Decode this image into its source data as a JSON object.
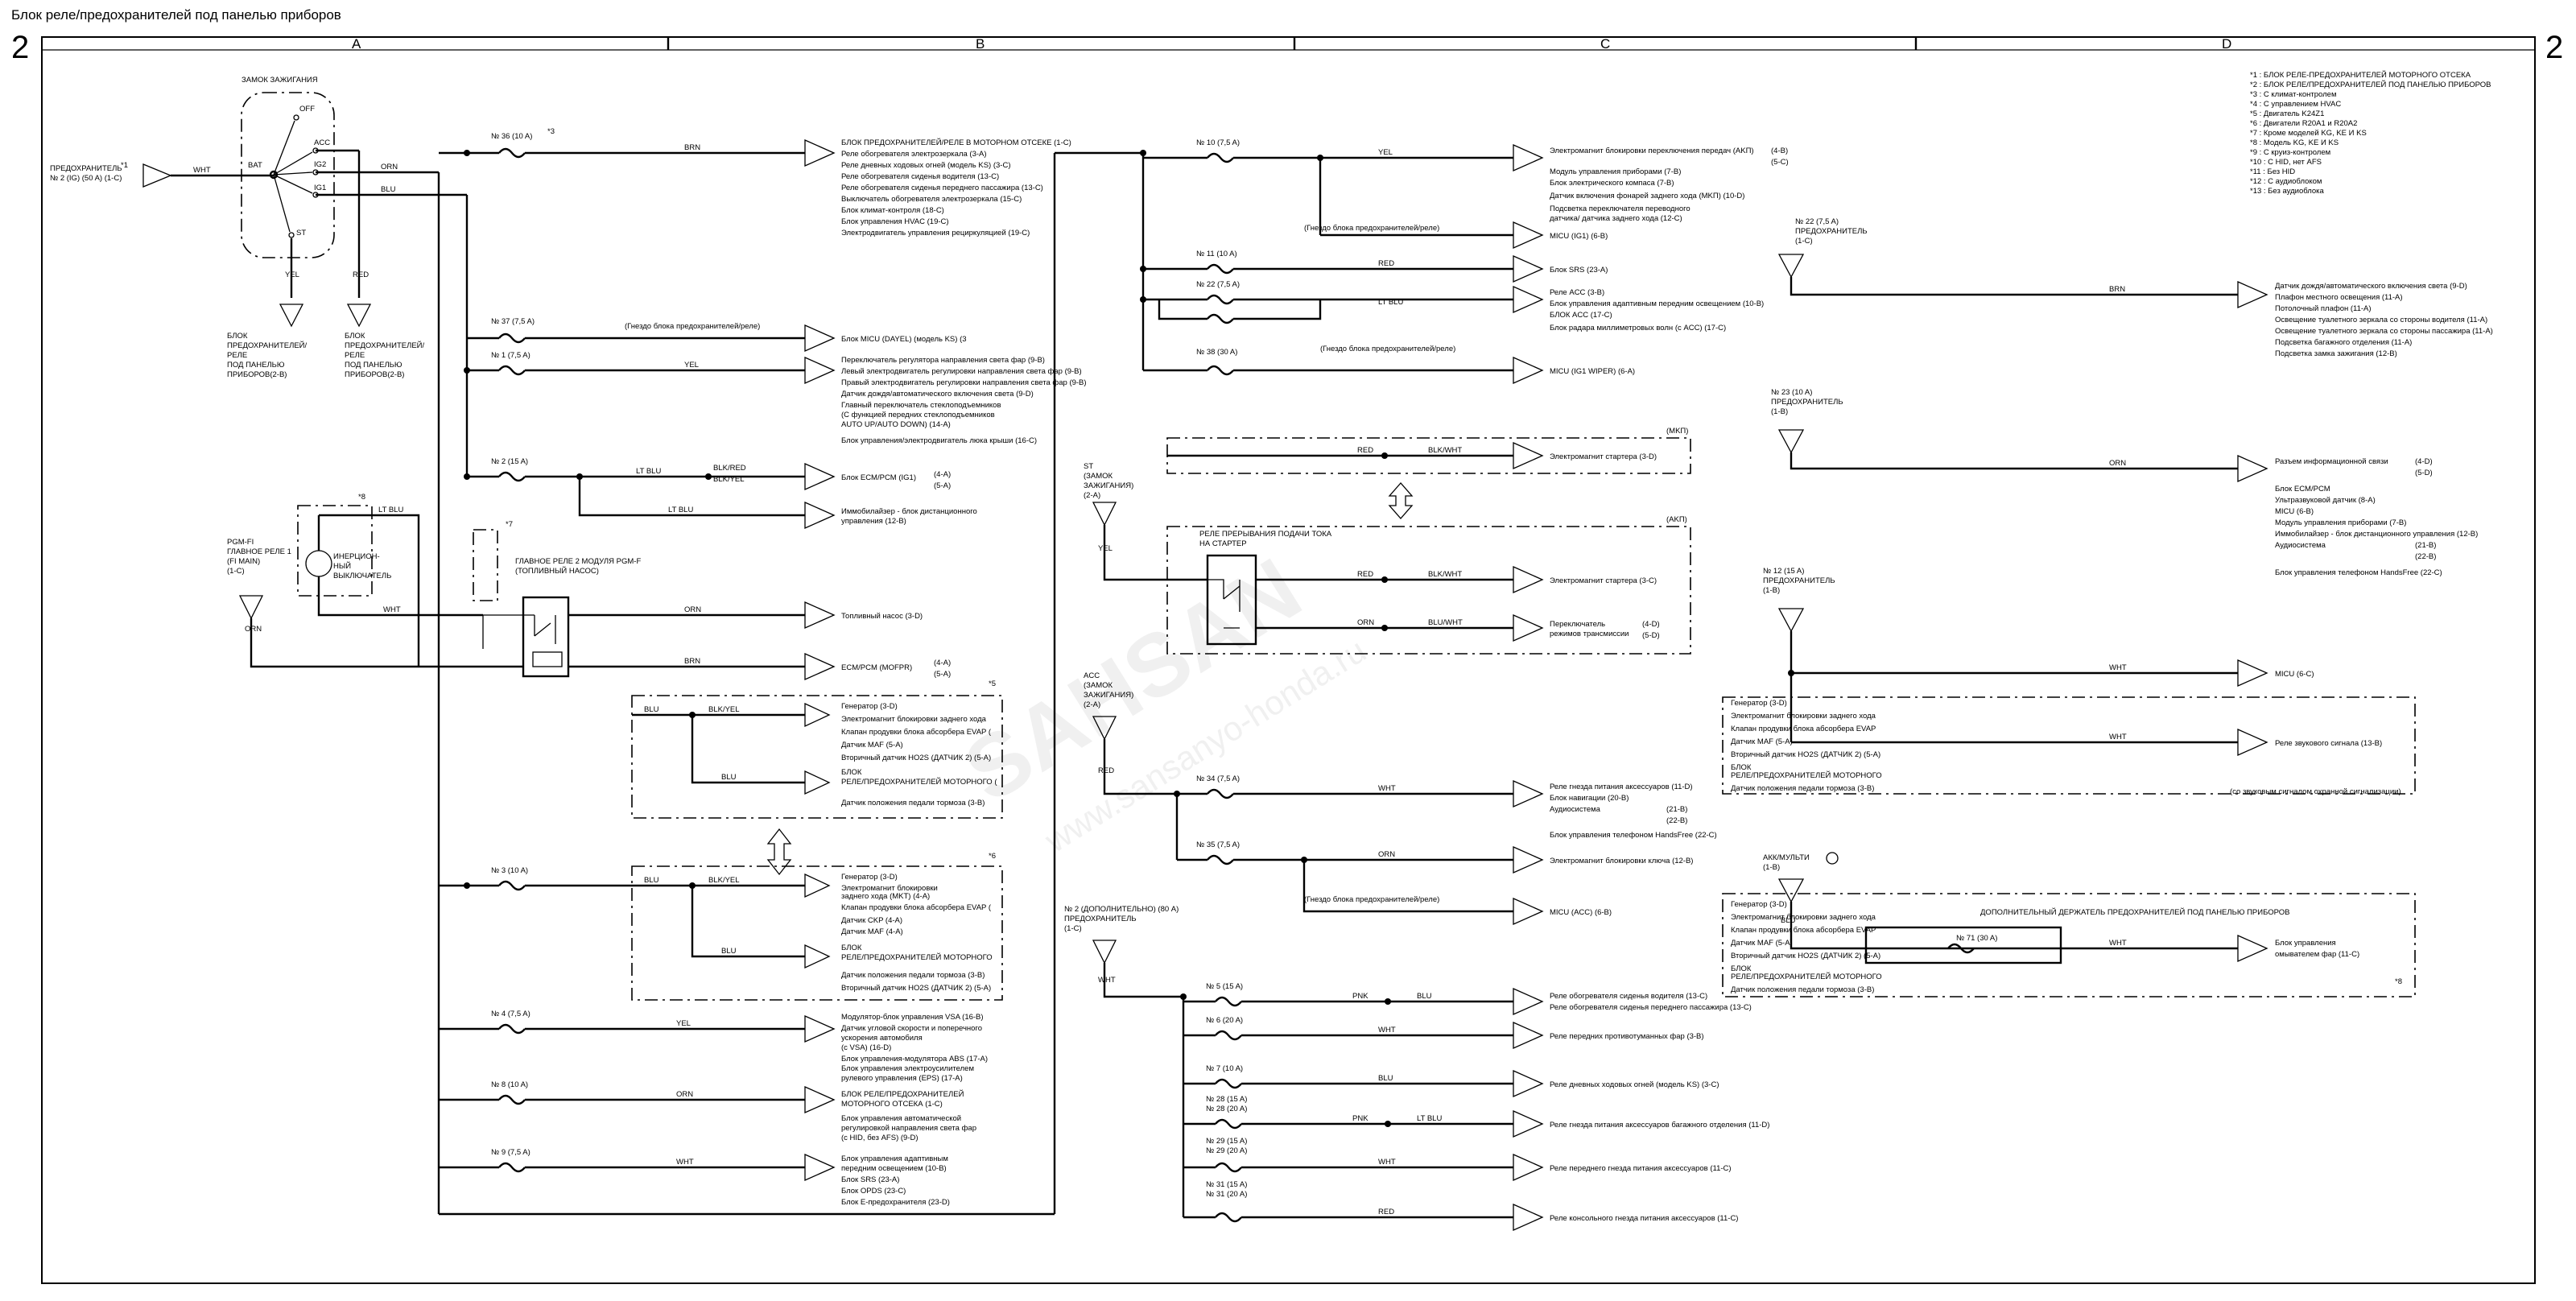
{
  "header": {
    "title": "Блок реле/предохранителей под панелью приборов",
    "page_left": "2",
    "page_right": "2",
    "columns": [
      "A",
      "B",
      "C",
      "D"
    ]
  },
  "legend": [
    "*1 : БЛОК РЕЛЕ-ПРЕДОХРАНИТЕЛЕЙ МОТОРНОГО ОТСЕКА",
    "*2 : БЛОК РЕЛЕ/ПРЕДОХРАНИТЕЛЕЙ ПОД ПАНЕЛЬЮ ПРИБОРОВ",
    "*3 : С климат-контролем",
    "*4 : С управлением HVAC",
    "*5 : Двигатель K24Z1",
    "*6 : Двигатели R20A1 и R20A2",
    "*7 : Кроме моделей KG, KE И KS",
    "*8 : Модель KG, KE И KS",
    "*9 : С круиз-контролем",
    "*10 : С HID, нет AFS",
    "*11 : Без HID",
    "*12 : С аудиоблоком",
    "*13 : Без аудиоблока"
  ],
  "ignition": {
    "title": "ЗАМОК ЗАЖИГАНИЯ",
    "positions": [
      "OFF",
      "ACC",
      "IG2",
      "IG1",
      "BAT",
      "ST"
    ],
    "source": [
      "ПРЕДОХРАНИТЕЛЬ",
      "№ 2 (IG) (50 A) (1-C)"
    ],
    "source_fuse_note": "*1",
    "source_wire": "WHT",
    "ig2_wire": "ORN",
    "ig1_wire": "BLU",
    "st_wire": "YEL",
    "acc_wire": "RED",
    "block1": [
      "БЛОК",
      "ПРЕДОХРАНИТЕЛЕЙ/",
      "РЕЛЕ",
      "ПОД ПАНЕЛЬЮ",
      "ПРИБОРОВ(2-B)"
    ],
    "block2": [
      "БЛОК",
      "ПРЕДОХРАНИТЕЛЕЙ/",
      "РЕЛЕ",
      "ПОД ПАНЕЛЬЮ",
      "ПРИБОРОВ(2-B)"
    ]
  },
  "col_b": {
    "fuse36": "№ 36 (10 A)",
    "fuse36_wire": "BRN",
    "fuse36_loads": [
      "БЛОК ПРЕДОХРАНИТЕЛЕЙ/РЕЛЕ В МОТОРНОМ ОТСЕКЕ (1-C)",
      "Реле обогревателя электрозеркала (3-A)",
      "Реле дневных ходовых огней (модель KS) (3-C)",
      "Реле обогревателя сиденья водителя (13-C)",
      "Реле обогревателя сиденья переднего пассажира (13-C)",
      "Выключатель обогревателя электрозеркала (15-C)",
      "Блок климат-контроля (18-C)",
      "Блок управления HVAC (19-C)",
      "Электродвигатель управления рециркуляцией (19-C)"
    ],
    "fuse37": "№ 37 (7,5 A)",
    "fuse37_note": "(Гнездо блока предохранителей/реле)",
    "fuse37_load": "Блок MICU (DAYEL) (модель KS) (3",
    "fuse1": "№ 1 (7,5 A)",
    "fuse1_wire": "YEL",
    "fuse1_loads": [
      "Переключатель регулятора направления света фар (9-B)",
      "Левый электродвигатель регулировки направления света фар (9-B)",
      "Правый электродвигатель регулировки направления света фар (9-B)",
      "Датчик дождя/автоматического включения света (9-D)",
      "Главный переключатель стеклоподъемников",
      "(С функцией передних стеклоподъемников",
      "AUTO UP/AUTO DOWN) (14-A)",
      "Блок управления/электродвигатель люка крыши (16-C)"
    ],
    "fuse2": "№ 2 (15 A)",
    "fuse2_wire": "LT BLU",
    "fuse2_wire_a": "BLK/RED",
    "fuse2_wire_b": "BLK/YEL",
    "fuse2_load": "Блок ECM/PCM (IG1)",
    "fuse2_refs": [
      "(4-A)",
      "(5-A)"
    ],
    "imm_wire": "LT BLU",
    "imm_load": [
      "Иммобилайзер - блок дистанционного",
      "управления (12-B)"
    ],
    "pgm": [
      "PGM-FI",
      "ГЛАВНОЕ РЕЛЕ 1",
      "(FI MAIN)",
      "(1-C)"
    ],
    "pgm_wire": "ORN",
    "inertia": [
      "ИНЕРЦИОН-",
      "НЫЙ",
      "ВЫКЛЮЧАТЕЛЬ"
    ],
    "main_relay2": [
      "ГЛАВНОЕ РЕЛЕ 2 МОДУЛЯ PGM-F",
      "(ТОПЛИВНЫЙ НАСОС)"
    ],
    "pump_wire_in": "WHT",
    "pump_wire": "ORN",
    "pump_load": "Топливный насос (3-D)",
    "ecm_wire": "BRN",
    "ecm_load": "ECM/PCM (MOFPR)",
    "ecm_refs": [
      "(4-A)",
      "(5-A)"
    ],
    "box5": {
      "wires": [
        "BLU",
        "BLK/YEL",
        "BLU"
      ],
      "items": [
        "Генератор (3-D)",
        "Электромагнит блокировки заднего хода",
        "Клапан продувки блока абсорбера EVAP (",
        "Датчик MAF (5-A)",
        "Вторичный датчик HO2S (ДАТЧИК 2) (5-A)",
        "БЛОК",
        "РЕЛЕ/ПРЕДОХРАНИТЕЛЕЙ МОТОРНОГО (",
        "Датчик положения педали тормоза (3-B)"
      ]
    },
    "fuse3": "№ 3 (10 A)",
    "box6": {
      "wires": [
        "BLU",
        "BLK/YEL",
        "BLU"
      ],
      "items": [
        "Генератор (3-D)",
        "Электромагнит блокировки",
        "заднего хода (MKT) (4-A)",
        "Клапан продувки блока абсорбера EVAP (",
        "Датчик CKP (4-A)",
        "Датчик MAF (4-A)",
        "БЛОК",
        "РЕЛЕ/ПРЕДОХРАНИТЕЛЕЙ МОТОРНОГО",
        "Датчик положения педали тормоза (3-B)",
        "Вторичный датчик HO2S (ДАТЧИК 2) (5-A)"
      ]
    },
    "fuse4": "№ 4 (7,5 A)",
    "fuse4_wire": "YEL",
    "fuse4_loads": [
      "Модулятор-блок управления VSA (16-B)",
      "Датчик угловой скорости и поперечного",
      "ускорения автомобиля",
      "(с VSA) (16-D)",
      "Блок управления-модулятора ABS (17-A)",
      "Блок управления электроусилителем",
      "рулевого управления (EPS) (17-A)"
    ],
    "fuse8": "№ 8 (10 A)",
    "fuse8_wire": "ORN",
    "fuse8_loads": [
      "БЛОК РЕЛЕ/ПРЕДОХРАНИТЕЛЕЙ",
      "МОТОРНОГО ОТСЕКА (1-C)",
      "Блок управления автоматической",
      "регулировкой направления света фар",
      "(с HID, без AFS) (9-D)"
    ],
    "fuse9": "№ 9 (7,5 A)",
    "fuse9_wire": "WHT",
    "fuse9_loads": [
      "Блок управления адаптивным",
      "передним освещением (10-B)",
      "Блок SRS (23-A)",
      "Блок OPDS (23-C)",
      "Блок E-предохранителя (23-D)"
    ]
  },
  "col_c": {
    "fuse10": "№ 10 (7,5 A)",
    "fuse10_wire": "YEL",
    "fuse10_loads": [
      "Электромагнит блокировки переключения передач (AKП)",
      "Модуль управления приборами (7-B)",
      "Блок электрического компаса (7-B)",
      "Датчик включения фонарей заднего хода (MKП) (10-D)",
      "Подсветка переключателя переводного",
      "датчика/ датчика заднего хода (12-C)"
    ],
    "fuse10_refs": [
      "(4-B)",
      "(5-C)"
    ],
    "fuse10_note": "(Гнездо блока предохранителей/реле)",
    "fuse10_micu": "MICU (IG1) (6-B)",
    "fuse11": "№ 11 (10 A)",
    "fuse11_wire": "RED",
    "fuse11_load": "Блок SRS (23-A)",
    "fuse22": "№ 22 (7,5 A)",
    "fuse22_wire": "LT BLU",
    "fuse22_loads": [
      "Реле ACC (3-B)",
      "Блок управления адаптивным передним освещением (10-B)",
      "БЛОК ACC (17-C)",
      "Блок радара миллиметровых волн (с ACC) (17-C)"
    ],
    "fuse38": "№ 38 (30 A)",
    "fuse38_note": "(Гнездо блока предохранителей/реле)",
    "fuse38_load": "MICU (IG1 WIPER) (6-A)",
    "mkp": "(MKП)",
    "akp": "(AKП)",
    "st_source": [
      "ST",
      "(ЗАМОК",
      "ЗАЖИГАНИЯ)",
      "(2-A)"
    ],
    "st_wire": "YEL",
    "mkp_wire_a": "RED",
    "mkp_wire_b": "BLK/WHT",
    "mkp_load": "Электромагнит стартера (3-D)",
    "relay_start": [
      "РЕЛЕ ПРЕРЫВАНИЯ ПОДАЧИ ТОКА",
      "НА СТАРТЕР"
    ],
    "akp_wire_a": "RED",
    "akp_wire_b": "BLK/WHT",
    "akp_load": "Электромагнит стартера (3-C)",
    "akp_wire_c": "ORN",
    "akp_wire_d": "BLU/WHT",
    "akp_load2": [
      "Переключатель",
      "режимов трансмиссии"
    ],
    "akp_refs": [
      "(4-D)",
      "(5-D)"
    ],
    "acc_source": [
      "ACC",
      "(ЗАМОК",
      "ЗАЖИГАНИЯ)",
      "(2-A)"
    ],
    "acc_wire": "RED",
    "fuse34": "№ 34 (7,5 A)",
    "fuse34_wire": "WHT",
    "fuse34_loads": [
      "Реле гнезда питания аксессуаров (11-D)",
      "Блок навигации (20-B)",
      "Аудиосистема",
      "Блок управления телефоном HandsFree (22-C)"
    ],
    "fuse34_refs": [
      "(21-B)",
      "(22-B)"
    ],
    "fuse35": "№ 35 (7,5 A)",
    "fuse35_wire": "ORN",
    "fuse35_load": "Электромагнит блокировки ключа (12-B)",
    "fuse35_note": "(Гнездо блока предохранителей/реле)",
    "fuse35_micu": "MICU (ACC) (6-B)",
    "opt_source": [
      "№ 2 (ДОПОЛНИТЕЛЬНО) (80 A)",
      "ПРЕДОХРАНИТЕЛЬ",
      "(1-C)"
    ],
    "opt_wire": "WHT",
    "fuse5": "№ 5 (15 A)",
    "fuse5_wires": [
      "PNK",
      "BLU"
    ],
    "fuse5_loads": [
      "Реле обогревателя сиденья водителя (13-C)",
      "Реле обогревателя сиденья переднего пассажира (13-C)"
    ],
    "fuse6": "№ 6 (20 A)",
    "fuse6_wire": "WHT",
    "fuse6_load": "Реле передних противотуманных фар (3-B)",
    "fuse7": "№ 7 (10 A)",
    "fuse7_wire": "BLU",
    "fuse7_load": "Реле дневных ходовых огней (модель KS) (3-C)",
    "fuse28": [
      "№ 28 (15 A)",
      "№ 28 (20 A)"
    ],
    "fuse28_wires": [
      "PNK",
      "LT BLU"
    ],
    "fuse28_load": "Реле гнезда питания аксессуаров багажного отделения (11-D)",
    "fuse29": [
      "№ 29 (15 A)",
      "№ 29 (20 A)"
    ],
    "fuse29_wire": "WHT",
    "fuse29_load": "Реле переднего гнезда питания аксессуаров (11-C)",
    "fuse31": [
      "№ 31 (15 A)",
      "№ 31 (20 A)"
    ],
    "fuse31_wire": "RED",
    "fuse31_load": "Реле консольного гнезда питания аксессуаров (11-C)"
  },
  "col_d": {
    "fuse22": [
      "№ 22 (7,5 A)",
      "ПРЕДОХРАНИТЕЛЬ",
      "(1-C)"
    ],
    "fuse22_wire": "BRN",
    "fuse22_loads": [
      "Датчик дождя/автоматического включения света (9-D)",
      "Плафон местного освещения (11-A)",
      "Потолочный плафон (11-A)",
      "Освещение туалетного зеркала со стороны водителя (11-A)",
      "Освещение туалетного зеркала со стороны пассажира (11-A)",
      "Подсветка багажного отделения (11-A)",
      "Подсветка замка зажигания (12-B)"
    ],
    "fuse23": [
      "№ 23 (10 A)",
      "ПРЕДОХРАНИТЕЛЬ",
      "(1-B)"
    ],
    "fuse23_wire": "ORN",
    "fuse23_loads": [
      "Разъем информационной связи",
      "Блок ECM/PCM",
      "Ультразвуковой датчик (8-A)",
      "MICU (6-B)",
      "Модуль управления приборами (7-B)",
      "Иммобилайзер - блок дистанционного управления (12-B)",
      "Аудиосистема",
      "Блок управления телефоном HandsFree (22-C)"
    ],
    "fuse23_refs": [
      "(4-D)",
      "(5-D)",
      "(21-B)",
      "(22-B)"
    ],
    "fuse12": [
      "№ 12 (15 A)",
      "ПРЕДОХРАНИТЕЛЬ",
      "(1-B)"
    ],
    "fuse12_wire": "WHT",
    "fuse12_load": "MICU (6-C)",
    "box_items": [
      "Генератор (3-D)",
      "Электромагнит блокировки заднего хода",
      "Клапан продувки блока абсорбера EVAP",
      "Датчик MAF (5-A)",
      "Вторичный датчик HO2S (ДАТЧИК 2) (5-A)",
      "БЛОК",
      "РЕЛЕ/ПРЕДОХРАНИТЕЛЕЙ МОТОРНОГО",
      "Датчик положения педали тормоза (3-B)"
    ],
    "horn_wire": "WHT",
    "horn_load": "Реле звукового сигнала (13-B)",
    "horn_note": "(со звуковым сигналом охранной сигнализации)",
    "aux_source": [
      "АКК/МУЛЬТИ",
      "(1-B)"
    ],
    "aux_wire": "BLU",
    "aux_block": "ДОПОЛНИТЕЛЬНЫЙ ДЕРЖАТЕЛЬ ПРЕДОХРАНИТЕЛЕЙ ПОД ПАНЕЛЬЮ ПРИБОРОВ",
    "fuse71": "№ 71 (30 A)",
    "fuse71_wire": "WHT",
    "fuse71_load": [
      "Блок управления",
      "омывателем фар (11-C)"
    ]
  },
  "watermark": [
    "SAHSAN",
    "www.sansanyo-honda.ru"
  ]
}
